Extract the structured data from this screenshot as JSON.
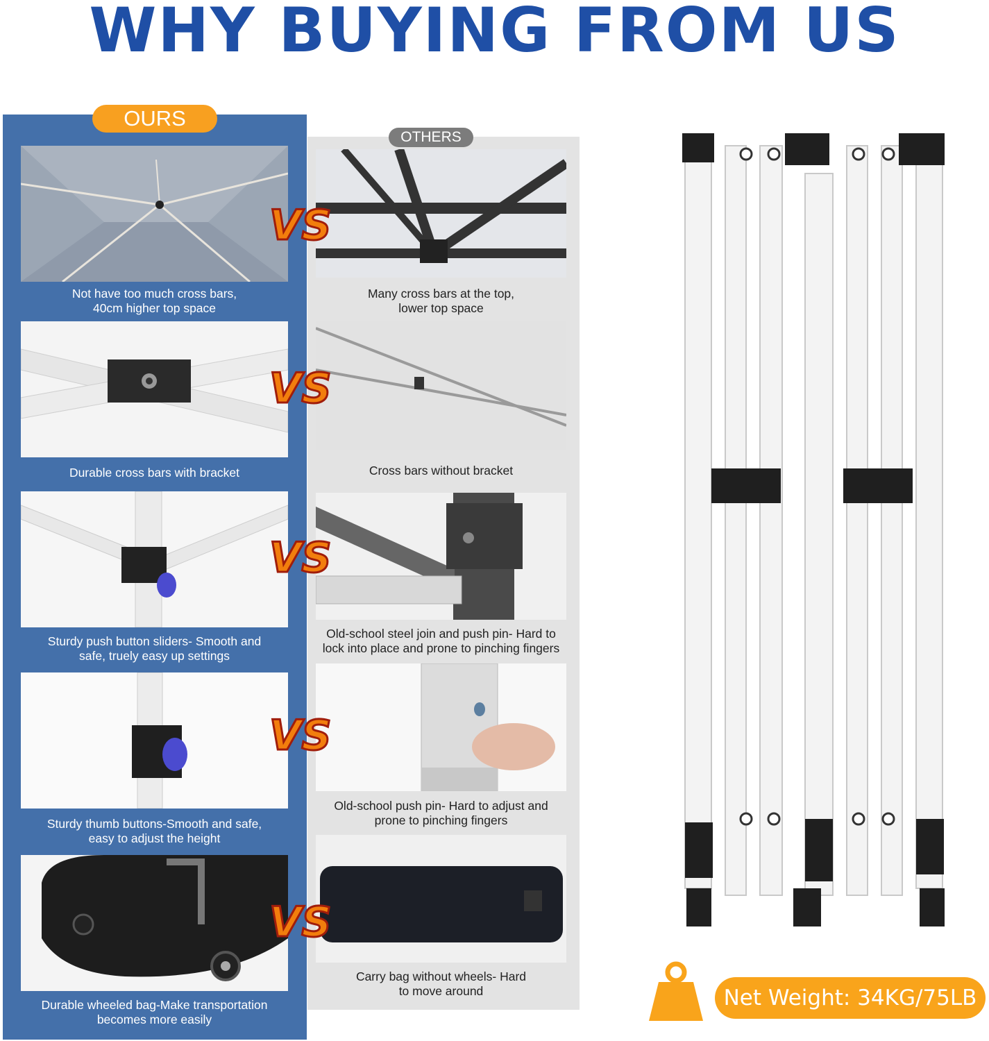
{
  "title": "WHY BUYING FROM US",
  "ours_label": "OURS",
  "others_label": "OTHERS",
  "vs_label": "VS",
  "ours": [
    {
      "caption": "Not have too much cross bars,\n40cm higher top space"
    },
    {
      "caption": "Durable cross bars with bracket"
    },
    {
      "caption": "Sturdy push button sliders- Smooth and\nsafe, truely easy up settings"
    },
    {
      "caption": "Sturdy thumb buttons-Smooth and safe,\neasy to adjust the height"
    },
    {
      "caption": "Durable wheeled bag-Make transportation\nbecomes more easily"
    }
  ],
  "others": [
    {
      "caption": "Many cross bars at the top,\nlower top space"
    },
    {
      "caption": "Cross bars without bracket"
    },
    {
      "caption": "Old-school steel join and push pin- Hard to\nlock into place and prone to pinching fingers"
    },
    {
      "caption": "Old-school push pin- Hard to adjust and\nprone to pinching fingers"
    },
    {
      "caption": "Carry bag without wheels- Hard\nto move around"
    }
  ],
  "weight": {
    "text": "Net Weight: 34KG/75LB",
    "icon": "weight-icon"
  },
  "colors": {
    "title": "#1f4fa6",
    "ours_panel": "#4470aa",
    "others_panel": "#e3e3e3",
    "accent": "#f8a020"
  }
}
